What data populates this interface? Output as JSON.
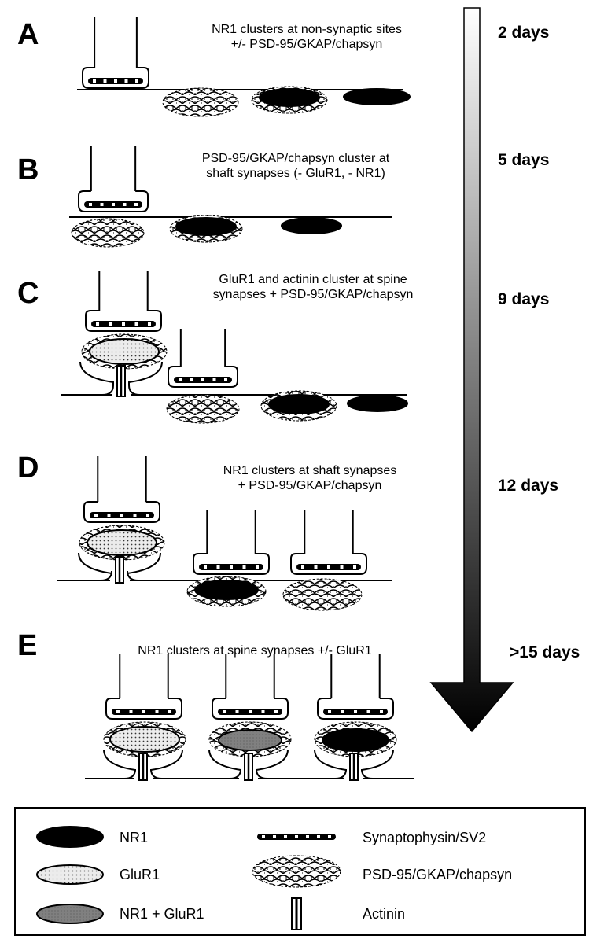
{
  "panels": [
    {
      "letter": "A",
      "caption_lines": [
        "NR1 clusters at non-synaptic sites",
        "+/- PSD-95/GKAP/chapsyn"
      ]
    },
    {
      "letter": "B",
      "caption_lines": [
        "PSD-95/GKAP/chapsyn cluster at",
        "shaft synapses (- GluR1, - NR1)"
      ]
    },
    {
      "letter": "C",
      "caption_lines": [
        "GluR1 and actinin cluster  at spine",
        "synapses + PSD-95/GKAP/chapsyn"
      ]
    },
    {
      "letter": "D",
      "caption_lines": [
        "NR1 clusters at shaft synapses",
        "+ PSD-95/GKAP/chapsyn"
      ]
    },
    {
      "letter": "E",
      "caption_lines": [
        "NR1 clusters at spine synapses +/- GluR1"
      ]
    }
  ],
  "timeline": [
    "2 days",
    "5 days",
    "9 days",
    "12 days",
    ">15 days"
  ],
  "legend": {
    "nr1": "NR1",
    "glur1": "GluR1",
    "nr1_glur1": "NR1 + GluR1",
    "synaptophysin": "Synaptophysin/SV2",
    "psd95": "PSD-95/GKAP/chapsyn",
    "actinin": "Actinin"
  },
  "colors": {
    "nr1": "#000000",
    "glur1": "#e6e6e6",
    "nr1_glur1": "#7a7a7a",
    "line": "#000000"
  }
}
